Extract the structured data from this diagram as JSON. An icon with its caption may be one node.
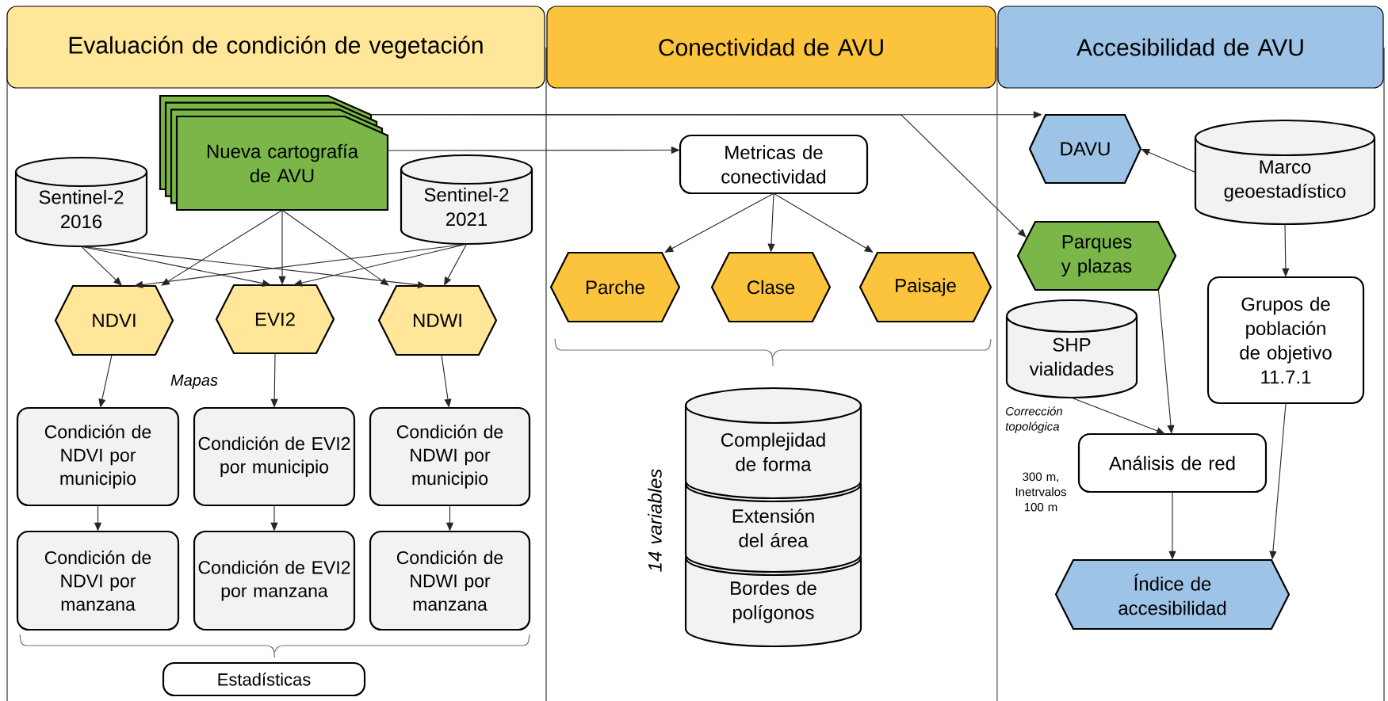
{
  "diagram": {
    "nodes": [
      {
        "text": [
          "Evaluación de condición de vegetación"
        ]
      },
      {
        "text": [
          "Conectividad de AVU"
        ]
      },
      {
        "text": [
          "Accesibilidad de AVU"
        ]
      },
      {
        "text": [
          "Nueva cartografía de AVU"
        ]
      },
      {
        "text": [
          "Sentinel-2 2016"
        ]
      },
      {
        "text": [
          "Sentinel-2 2021"
        ]
      },
      {
        "text": [
          "NDVI"
        ]
      },
      {
        "text": [
          "EVI2"
        ]
      },
      {
        "text": [
          "NDWI"
        ]
      },
      {
        "text": [
          "Condición de NDVI por municipio"
        ]
      },
      {
        "text": [
          "Condición de EVI2 por municipio"
        ]
      },
      {
        "text": [
          "Condición de NDWI por municipio"
        ]
      },
      {
        "text": [
          "Condición de NDVI por manzana"
        ]
      },
      {
        "text": [
          "Condición de EVI2 por manzana"
        ]
      },
      {
        "text": [
          "Condición de NDWI por manzana"
        ]
      },
      {
        "text": [
          "Estadísticas"
        ]
      },
      {
        "text": [
          "Metricas de conectividad"
        ]
      },
      {
        "text": [
          "Parche"
        ]
      },
      {
        "text": [
          "Clase"
        ]
      },
      {
        "text": [
          "Paisaje"
        ]
      },
      {
        "text": [
          "Complejidad de forma"
        ]
      },
      {
        "text": [
          "Extensión del área"
        ]
      },
      {
        "text": [
          "Bordes de polígonos"
        ]
      },
      {
        "text": [
          "DAVU"
        ]
      },
      {
        "text": [
          "Marco geoestadístico"
        ]
      },
      {
        "text": [
          "Parques y plazas"
        ]
      },
      {
        "text": [
          "SHP vialidades"
        ]
      },
      {
        "text": [
          "Grupos de población de objetivo 11.7.1"
        ]
      },
      {
        "text": [
          "Análisis de red"
        ]
      },
      {
        "text": [
          "Índice de accesibilidad"
        ]
      }
    ],
    "edges": [
      {
        "from": 3,
        "to": 16,
        "arrow": "to"
      },
      {
        "from": 3,
        "to": 23,
        "arrow": "to"
      },
      {
        "from": 3,
        "to": 25,
        "arrow": "to"
      },
      {
        "from": 3,
        "to": 6,
        "arrow": "to"
      },
      {
        "from": 3,
        "to": 7,
        "arrow": "to"
      },
      {
        "from": 3,
        "to": 8,
        "arrow": "to"
      },
      {
        "from": 4,
        "to": 6,
        "arrow": "to"
      },
      {
        "from": 4,
        "to": 7,
        "arrow": "to"
      },
      {
        "from": 4,
        "to": 8,
        "arrow": "to"
      },
      {
        "from": 5,
        "to": 6,
        "arrow": "to"
      },
      {
        "from": 5,
        "to": 7,
        "arrow": "to"
      },
      {
        "from": 5,
        "to": 8,
        "arrow": "to"
      },
      {
        "from": 6,
        "to": 9,
        "arrow": "to"
      },
      {
        "from": 7,
        "to": 10,
        "arrow": "to"
      },
      {
        "from": 8,
        "to": 11,
        "arrow": "to"
      },
      {
        "from": 9,
        "to": 12,
        "arrow": "to"
      },
      {
        "from": 10,
        "to": 13,
        "arrow": "to"
      },
      {
        "from": 11,
        "to": 14,
        "arrow": "to"
      },
      {
        "from": 16,
        "to": 17,
        "arrow": "to"
      },
      {
        "from": 16,
        "to": 18,
        "arrow": "to"
      },
      {
        "from": 16,
        "to": 19,
        "arrow": "to"
      },
      {
        "from": 24,
        "to": 23,
        "arrow": "to"
      },
      {
        "from": 24,
        "to": 27,
        "arrow": "to"
      },
      {
        "from": 25,
        "to": 28,
        "arrow": "to"
      },
      {
        "from": 26,
        "to": 28,
        "arrow": "to"
      },
      {
        "from": 28,
        "to": 29,
        "arrow": "to"
      },
      {
        "from": 27,
        "to": 29,
        "arrow": "to"
      }
    ],
    "labels": [
      "Mapas",
      "14 variables",
      "Corrección topológica",
      "300 m, Inetrvalos 100 m"
    ]
  }
}
